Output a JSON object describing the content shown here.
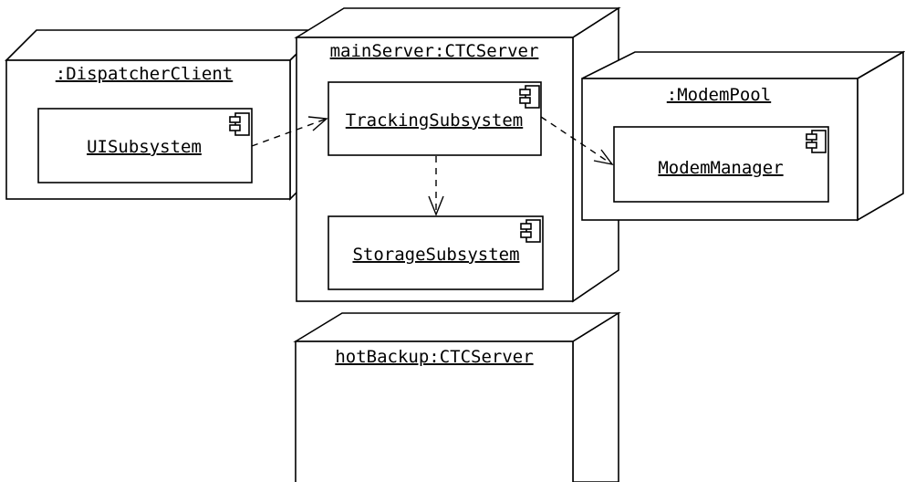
{
  "diagram": {
    "nodes": {
      "dispatcher_client": {
        "label": ":DispatcherClient"
      },
      "main_server": {
        "label": "mainServer:CTCServer"
      },
      "modem_pool": {
        "label": ":ModemPool"
      },
      "hot_backup": {
        "label": "hotBackup:CTCServer"
      }
    },
    "components": {
      "ui_subsystem": {
        "label": "UISubsystem",
        "icon": "component-icon"
      },
      "tracking_subsystem": {
        "label": "TrackingSubsystem",
        "icon": "component-icon"
      },
      "storage_subsystem": {
        "label": "StorageSubsystem",
        "icon": "component-icon"
      },
      "modem_manager": {
        "label": "ModemManager",
        "icon": "component-icon"
      }
    },
    "dependencies": [
      {
        "from": "UISubsystem",
        "to": "TrackingSubsystem",
        "style": "dashed-open-arrow"
      },
      {
        "from": "TrackingSubsystem",
        "to": "ModemManager",
        "style": "dashed-open-arrow"
      },
      {
        "from": "TrackingSubsystem",
        "to": "StorageSubsystem",
        "style": "dashed-open-arrow"
      }
    ],
    "colors": {
      "line": "#000000",
      "background": "#ffffff"
    }
  }
}
